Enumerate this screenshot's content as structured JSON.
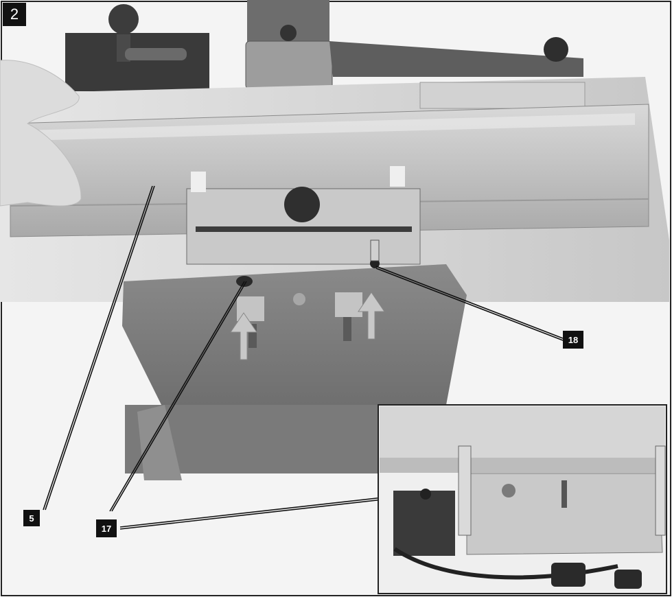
{
  "figure": {
    "number": "2"
  },
  "callouts": [
    {
      "id": "fence",
      "label": "5"
    },
    {
      "id": "locking-screw",
      "label": "17"
    },
    {
      "id": "adjustment-screw",
      "label": "18"
    }
  ],
  "colors": {
    "label_bg": "#111111",
    "label_text": "#ffffff",
    "frame": "#222222"
  }
}
